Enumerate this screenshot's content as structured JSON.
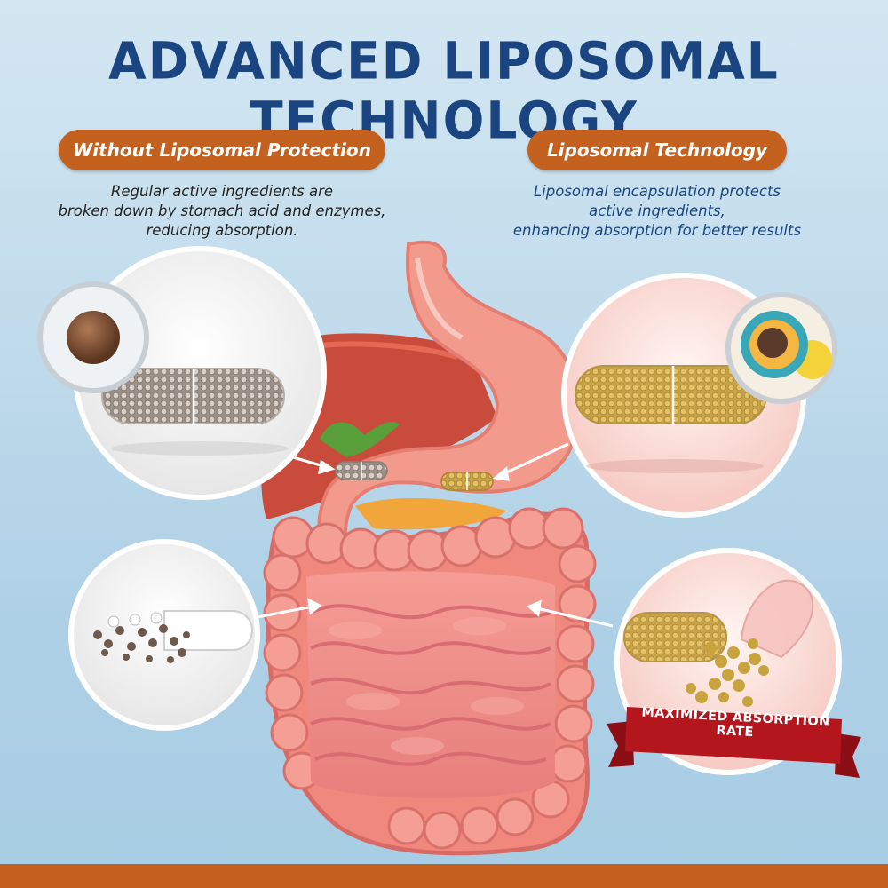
{
  "title": "ADVANCED LIPOSOMAL TECHNOLOGY",
  "left": {
    "heading": "Without Liposomal Protection",
    "description": [
      "Regular active ingredients are",
      "broken down by stomach acid and enzymes,",
      "reducing absorption."
    ]
  },
  "right": {
    "heading": "Liposomal Technology",
    "description": [
      "Liposomal encapsulation protects",
      "active ingredients,",
      "enhancing absorption for better results"
    ]
  },
  "banner": "MAXIMIZED ABSORPTION RATE",
  "colors": {
    "title": "#1a4580",
    "pill": "#c5611f",
    "footer": "#c4611f",
    "banner": "#b3161d"
  },
  "icons": [
    "stomach-illustration",
    "liver-illustration",
    "intestine-illustration",
    "capsule-icon",
    "liposome-icon",
    "particle-icon",
    "ribbon-banner"
  ]
}
